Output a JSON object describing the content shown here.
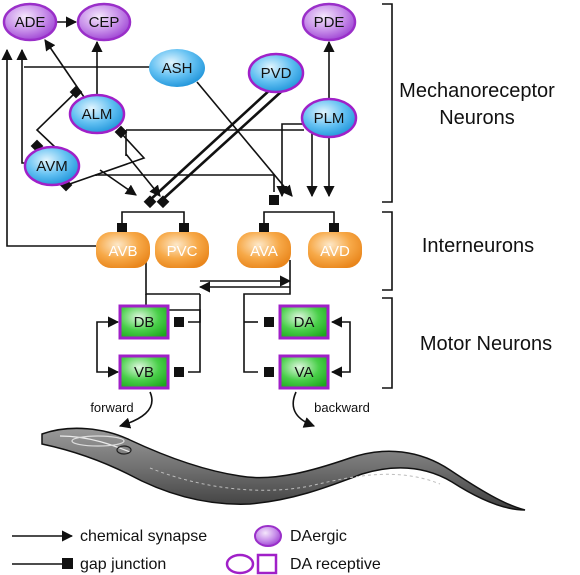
{
  "colors": {
    "dopaminergic_fill": "#b36be0",
    "dopaminergic_edge": "#9a2fc9",
    "mechanoreceptor_fill": "#39a9e8",
    "interneuron_fill": "#f39a32",
    "motor_fill": "#31c231",
    "da_receptive_border": "#a020c8"
  },
  "neurons": {
    "ade": "ADE",
    "cep": "CEP",
    "pde": "PDE",
    "ash": "ASH",
    "alm": "ALM",
    "avm": "AVM",
    "pvd": "PVD",
    "plm": "PLM",
    "avb": "AVB",
    "pvc": "PVC",
    "ava": "AVA",
    "avd": "AVD",
    "db": "DB",
    "vb": "VB",
    "da": "DA",
    "va": "VA"
  },
  "groups": {
    "mechanoreceptor_line1": "Mechanoreceptor",
    "mechanoreceptor_line2": "Neurons",
    "interneurons": "Interneurons",
    "motor_neurons": "Motor Neurons"
  },
  "directions": {
    "forward": "forward",
    "backward": "backward"
  },
  "legend": {
    "chemical_synapse": "chemical synapse",
    "gap_junction": "gap junction",
    "daergic": "DAergic",
    "da_receptive": "DA receptive"
  }
}
